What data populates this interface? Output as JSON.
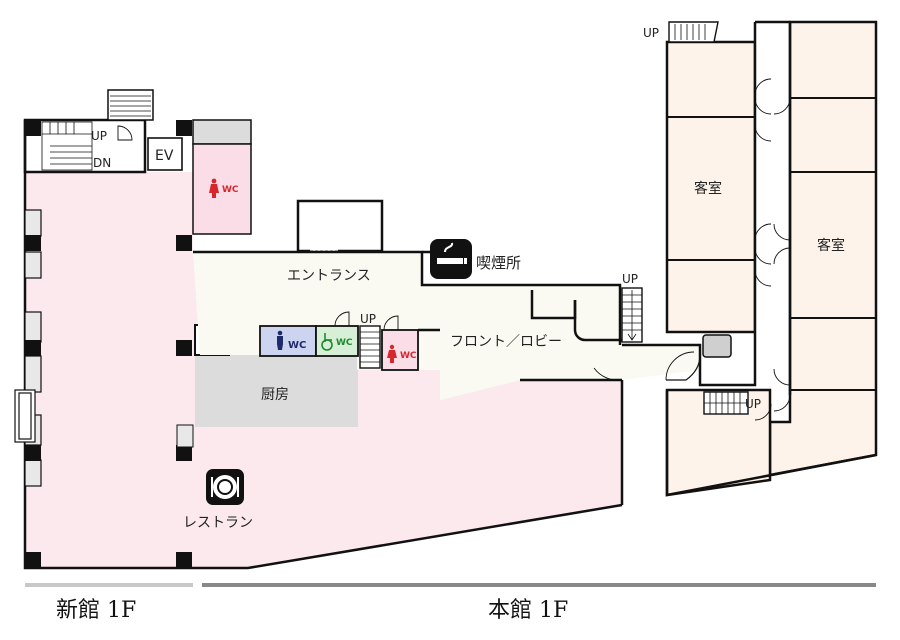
{
  "colors": {
    "restaurant": "#fbe9ee",
    "kitchen": "#dcdcdc",
    "lobby": "#fbfaf2",
    "guest_room": "#fdf3ea",
    "wc_female": "#fadde6",
    "wc_male": "#cdd4f0",
    "wc_accessible": "#d7efd7",
    "bar_light": "#c8c8c8",
    "bar_dark": "#888888"
  },
  "labels": {
    "entrance": "エントランス",
    "smoking_area": "喫煙所",
    "front_lobby": "フロント／ロビー",
    "kitchen": "厨房",
    "restaurant": "レストラン",
    "guest_room_left": "客室",
    "guest_room_right": "客室",
    "elevator": "EV",
    "wc_shinkan": "WC",
    "wc_male": "WC",
    "wc_accessible": "WC",
    "wc_female": "WC",
    "stair_up_shinkan": "UP",
    "stair_down_shinkan": "DN",
    "stair_up_center": "UP",
    "stair_up_lobby": "UP",
    "stair_up_top": "UP",
    "stair_up_corridor": "UP"
  },
  "buildings": {
    "shinkan": "新館 1F",
    "honkan": "本館 1F"
  },
  "icons": {
    "smoking": "smoking-icon",
    "restaurant": "restaurant-plate-icon",
    "male": "male-toilet-icon",
    "female": "female-toilet-icon",
    "accessible": "wheelchair-icon"
  }
}
